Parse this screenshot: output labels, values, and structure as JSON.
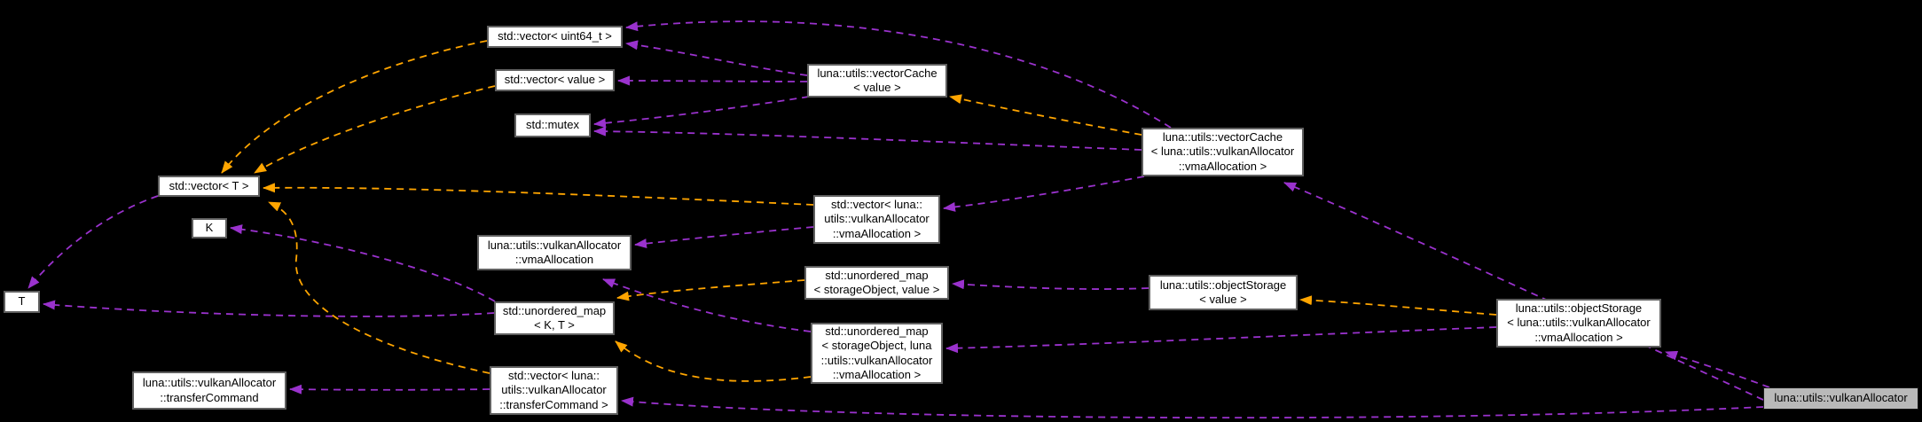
{
  "diagram": {
    "type": "doxygen-collaboration-graph",
    "background_color": "#000000",
    "colors": {
      "usage_edge": "#9a32cd",
      "template_instance_edge": "#ffa500",
      "node_fill": "#ffffff",
      "node_border": "#5f5f5f",
      "current_node_fill": "#b9b9b9",
      "node_text": "#000000"
    },
    "nodes": [
      {
        "id": "vector_uint64",
        "label": "std::vector< uint64_t >",
        "highlighted": false
      },
      {
        "id": "vector_value",
        "label": "std::vector< value >",
        "highlighted": false
      },
      {
        "id": "mutex",
        "label": "std::mutex",
        "highlighted": false
      },
      {
        "id": "vectorCache_value",
        "label": "luna::utils::vectorCache\n< value >",
        "highlighted": false
      },
      {
        "id": "vectorCache_vma",
        "label": "luna::utils::vectorCache\n< luna::utils::vulkanAllocator\n::vmaAllocation >",
        "highlighted": false
      },
      {
        "id": "vector_T",
        "label": "std::vector< T >",
        "highlighted": false
      },
      {
        "id": "K",
        "label": "K",
        "highlighted": false
      },
      {
        "id": "T",
        "label": "T",
        "highlighted": false
      },
      {
        "id": "vmaAllocation",
        "label": "luna::utils::vulkanAllocator\n::vmaAllocation",
        "highlighted": false
      },
      {
        "id": "vector_vma",
        "label": "std::vector< luna::\nutils::vulkanAllocator\n::vmaAllocation >",
        "highlighted": false
      },
      {
        "id": "map_KT",
        "label": "std::unordered_map\n< K, T >",
        "highlighted": false
      },
      {
        "id": "map_storageObject_value",
        "label": "std::unordered_map\n< storageObject, value >",
        "highlighted": false
      },
      {
        "id": "map_storageObject_vma",
        "label": "std::unordered_map\n< storageObject, luna\n::utils::vulkanAllocator\n::vmaAllocation >",
        "highlighted": false
      },
      {
        "id": "objectStorage_value",
        "label": "luna::utils::objectStorage\n< value >",
        "highlighted": false
      },
      {
        "id": "objectStorage_vma",
        "label": "luna::utils::objectStorage\n< luna::utils::vulkanAllocator\n::vmaAllocation >",
        "highlighted": false
      },
      {
        "id": "transferCommand",
        "label": "luna::utils::vulkanAllocator\n::transferCommand",
        "highlighted": false
      },
      {
        "id": "vector_transferCommand",
        "label": "std::vector< luna::\nutils::vulkanAllocator\n::transferCommand >",
        "highlighted": false
      },
      {
        "id": "vulkanAllocator",
        "label": "luna::utils::vulkanAllocator",
        "highlighted": true
      }
    ],
    "edges": [
      {
        "from": "vectorCache_value",
        "to": "vector_uint64",
        "relation": "usage"
      },
      {
        "from": "vectorCache_vma",
        "to": "vector_uint64",
        "relation": "usage"
      },
      {
        "from": "vectorCache_value",
        "to": "vector_value",
        "relation": "usage"
      },
      {
        "from": "vectorCache_value",
        "to": "mutex",
        "relation": "usage"
      },
      {
        "from": "vectorCache_vma",
        "to": "mutex",
        "relation": "usage"
      },
      {
        "from": "vectorCache_vma",
        "to": "vector_vma",
        "relation": "usage"
      },
      {
        "from": "vulkanAllocator",
        "to": "vectorCache_vma",
        "relation": "usage"
      },
      {
        "from": "vulkanAllocator",
        "to": "objectStorage_vma",
        "relation": "usage"
      },
      {
        "from": "vulkanAllocator",
        "to": "vector_transferCommand",
        "relation": "usage"
      },
      {
        "from": "objectStorage_value",
        "to": "map_storageObject_value",
        "relation": "usage"
      },
      {
        "from": "objectStorage_vma",
        "to": "map_storageObject_vma",
        "relation": "usage"
      },
      {
        "from": "vector_vma",
        "to": "vmaAllocation",
        "relation": "usage"
      },
      {
        "from": "map_storageObject_vma",
        "to": "vmaAllocation",
        "relation": "usage"
      },
      {
        "from": "vector_transferCommand",
        "to": "transferCommand",
        "relation": "usage"
      },
      {
        "from": "vector_T",
        "to": "T",
        "relation": "usage"
      },
      {
        "from": "map_KT",
        "to": "T",
        "relation": "usage"
      },
      {
        "from": "map_KT",
        "to": "K",
        "relation": "usage"
      },
      {
        "from": "vector_uint64",
        "to": "vector_T",
        "relation": "template-instance"
      },
      {
        "from": "vector_value",
        "to": "vector_T",
        "relation": "template-instance"
      },
      {
        "from": "vector_vma",
        "to": "vector_T",
        "relation": "template-instance"
      },
      {
        "from": "vector_transferCommand",
        "to": "vector_T",
        "relation": "template-instance"
      },
      {
        "from": "map_storageObject_value",
        "to": "map_KT",
        "relation": "template-instance"
      },
      {
        "from": "map_storageObject_vma",
        "to": "map_KT",
        "relation": "template-instance"
      },
      {
        "from": "vectorCache_vma",
        "to": "vectorCache_value",
        "relation": "template-instance"
      },
      {
        "from": "objectStorage_vma",
        "to": "objectStorage_value",
        "relation": "template-instance"
      }
    ]
  }
}
